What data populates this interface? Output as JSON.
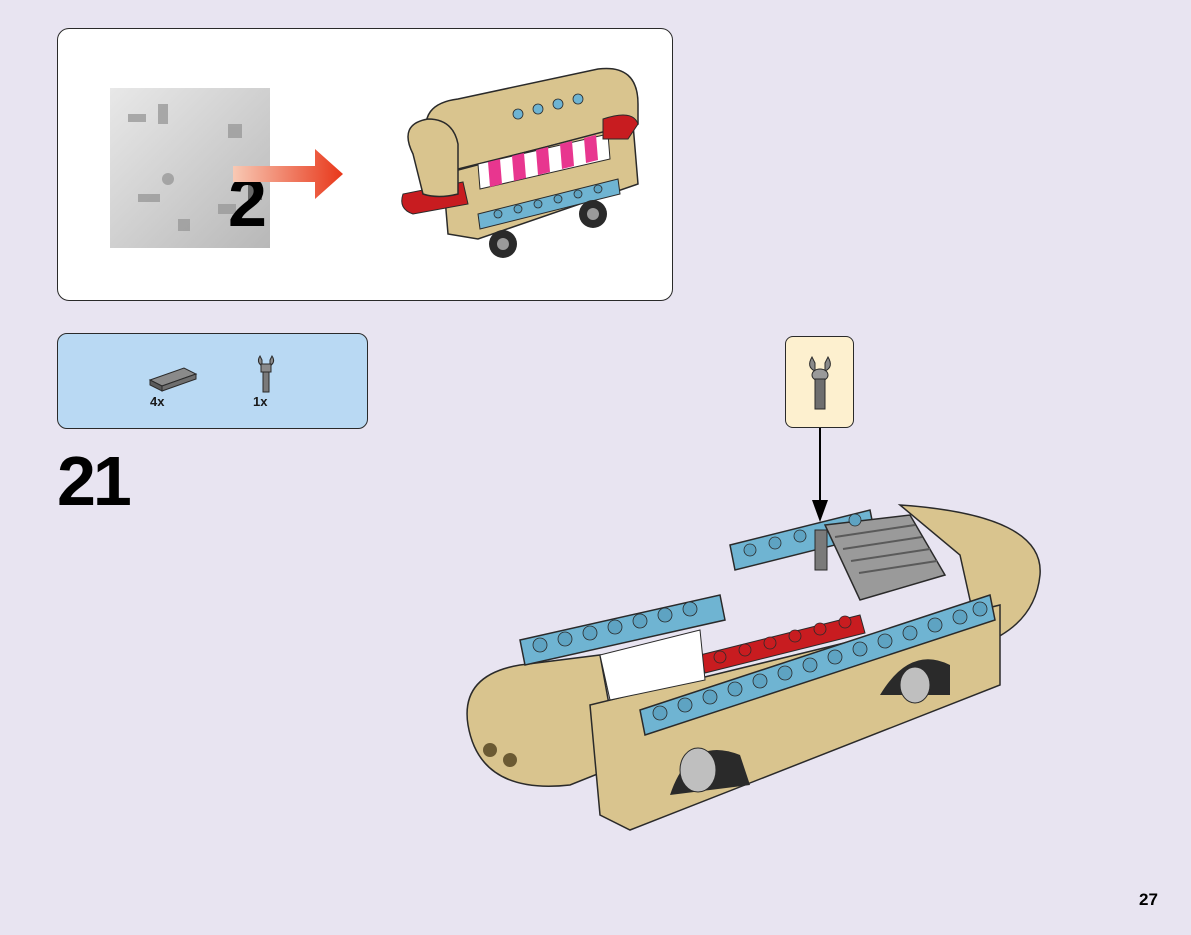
{
  "bag_step": {
    "bag_number": "2"
  },
  "parts_list": {
    "items": [
      {
        "icon": "gray-tile-1x4-icon",
        "quantity": "4x"
      },
      {
        "icon": "gray-clip-bar-icon",
        "quantity": "1x"
      }
    ]
  },
  "step": {
    "number": "21"
  },
  "page": {
    "number": "27"
  },
  "colors": {
    "background": "#e8e4f1",
    "parts_panel": "#b9d9f3",
    "callout": "#fdf0cf",
    "tan": "#d9c48e",
    "medium_azure": "#6fb4d2",
    "red": "#c81c20"
  }
}
